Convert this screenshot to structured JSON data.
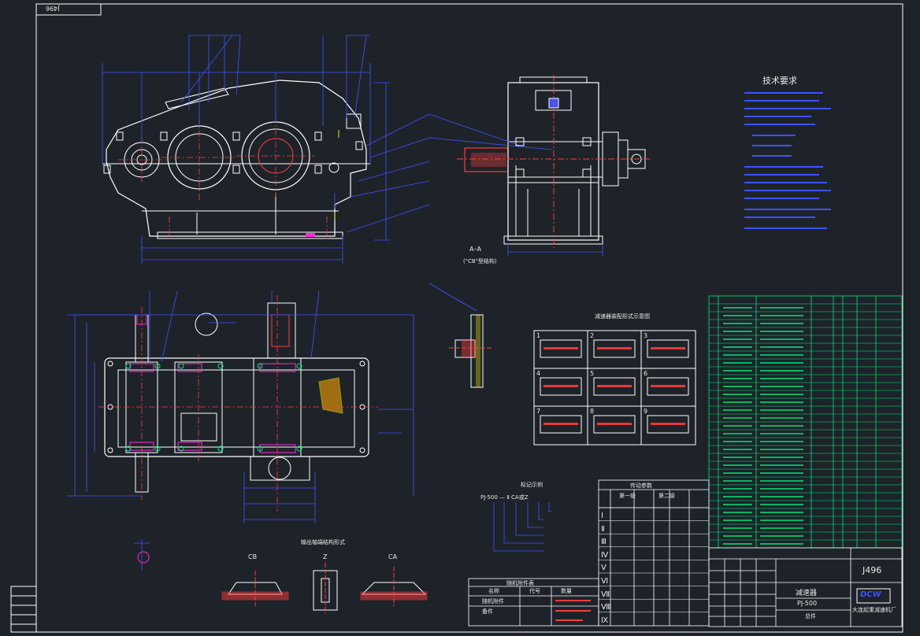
{
  "drawing": {
    "number_stamp": "J496",
    "number": "J496",
    "section_label": "A–A",
    "section_note": "(\"CB\"型结构)",
    "tech_title": "技术要求",
    "title_name": "减速器",
    "model": "PJ-500",
    "company": "大连起重减速机厂",
    "logo_text": "DCW",
    "sheet_note": "总件",
    "cb_label": "CB",
    "z_label": "Z",
    "ca_label": "CA",
    "assembly_types_title": "输出轴端结构形式",
    "layout_title": "减速器装配形式示意图",
    "notation_title": "标记示例",
    "notation_model": "PJ-500 — Ⅱ CA或Z",
    "transmission_title": "传动参数",
    "stage1": "第一级",
    "stage2": "第二级",
    "accessories_title": "随机附件表",
    "acc_name": "名称",
    "acc_spec": "代号",
    "acc_qty": "数量",
    "acc_row1": "随机附件",
    "acc_row2": "备件",
    "roman": [
      "Ⅰ",
      "Ⅱ",
      "Ⅲ",
      "Ⅳ",
      "Ⅴ",
      "Ⅵ",
      "Ⅶ",
      "Ⅷ",
      "Ⅸ"
    ],
    "layout_numbers": [
      "1",
      "2",
      "3",
      "4",
      "5",
      "6",
      "7",
      "8",
      "9"
    ]
  },
  "colors": {
    "background": "#1e232a",
    "outline": "#ffffff",
    "dimension": "#3c52ff",
    "centerline": "#ff3b3b",
    "table": "#00e676",
    "magenta": "#ff2bd6",
    "yellow": "#f3e600",
    "cyan": "#2be0ff"
  }
}
